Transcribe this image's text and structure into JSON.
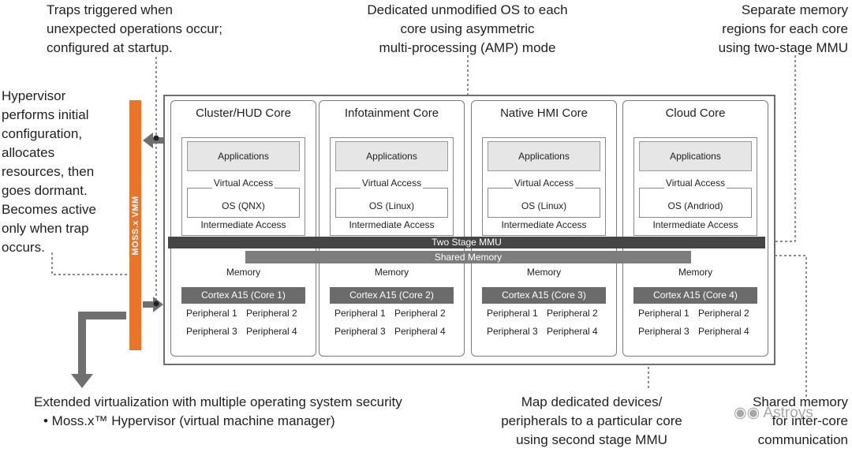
{
  "callouts": {
    "traps": [
      "Traps triggered when",
      "unexpected operations occur;",
      "configured at startup."
    ],
    "amp": [
      "Dedicated unmodified OS to each",
      "core using asymmetric",
      "multi-processing (AMP) mode"
    ],
    "memory": [
      "Separate memory",
      "regions for each core",
      "using two-stage MMU"
    ],
    "hypervisor": [
      "Hypervisor",
      "performs initial",
      "configuration,",
      "allocates",
      "resources, then",
      "goes dormant.",
      "Becomes active",
      "only when trap",
      "occurs."
    ],
    "extended": [
      "Extended virtualization with multiple operating system security",
      "• Moss.x™ Hypervisor (virtual machine manager)"
    ],
    "map_devices": [
      "Map dedicated devices/",
      "peripherals to a particular core",
      "using second stage MMU"
    ],
    "shared_comm": [
      "Shared memory",
      "for inter-core",
      "communication"
    ]
  },
  "vmm_label": "MOSS.x VMM",
  "layers": {
    "applications": "Applications",
    "virtual_access": "Virtual Access",
    "intermediate_access": "Intermediate Access",
    "memory": "Memory",
    "two_stage_mmu": "Two Stage MMU",
    "shared_memory": "Shared Memory"
  },
  "cores": [
    {
      "title": "Cluster/HUD Core",
      "os": "OS (QNX)",
      "cpu": "Cortex A15 (Core 1)",
      "peripherals": [
        "Peripheral 1",
        "Peripheral 2",
        "Peripheral 3",
        "Peripheral 4"
      ]
    },
    {
      "title": "Infotainment Core",
      "os": "OS (Linux)",
      "cpu": "Cortex A15 (Core 2)",
      "peripherals": [
        "Peripheral 1",
        "Peripheral 2",
        "Peripheral 3",
        "Peripheral 4"
      ]
    },
    {
      "title": "Native HMI Core",
      "os": "OS (Linux)",
      "cpu": "Cortex A15 (Core 3)",
      "peripherals": [
        "Peripheral 1",
        "Peripheral 2",
        "Peripheral 3",
        "Peripheral 4"
      ]
    },
    {
      "title": "Cloud Core",
      "os": "OS (Andriod)",
      "cpu": "Cortex A15 (Core 4)",
      "peripherals": [
        "Peripheral 1",
        "Peripheral 2",
        "Peripheral 3",
        "Peripheral 4"
      ]
    }
  ],
  "watermark": "Astroys",
  "colors": {
    "vmm": "#e8752a",
    "mmu": "#454545",
    "shared": "#7d7d7d",
    "cpu": "#6b6b6b",
    "arrow": "#6f6f6f"
  }
}
